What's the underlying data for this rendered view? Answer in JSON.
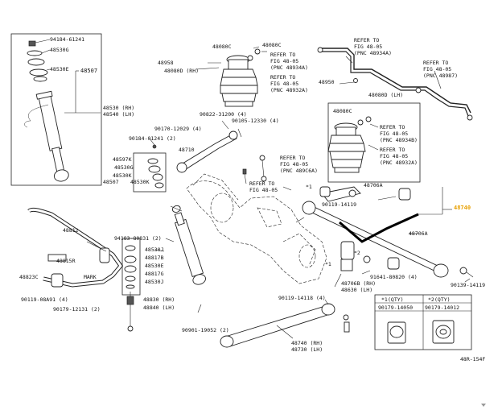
{
  "labels": {
    "l01": "94184-61241",
    "l02": "48530G",
    "l03": "48530E",
    "l04": "48507",
    "l05": "48530 (RH)",
    "l06": "48540 (LH)",
    "l07": "48080C",
    "l08": "48080C",
    "l09": "48958",
    "l10": "48080D (RH)",
    "l11": "REFER TO",
    "l12": "FIG 48-05",
    "l13": "(PNC 48934A)",
    "l14": "REFER TO",
    "l15": "FIG 48-05",
    "l16": "(PNC 48932A)",
    "l17": "REFER TO",
    "l18": "FIG 48-05",
    "l19": "(PNC 48934A)",
    "l20": "REFER TO",
    "l21": "FIG 48-05",
    "l22": "(PNC 48987)",
    "l23": "48950",
    "l24": "48080D (LH)",
    "l25": "48080C",
    "l26": "REFER TO",
    "l27": "FIG 48-05",
    "l28": "(PNC 48934B)",
    "l29": "REFER TO",
    "l30": "FIG 48-05",
    "l31": "(PNC 48932A)",
    "l32": "90822-31200 (4)",
    "l33": "90105-12330 (4)",
    "l34": "90170-12029 (4)",
    "l35": "90184-01241 (2)",
    "l36": "48710",
    "l37": "48597K",
    "l38": "48530G",
    "l39": "48530K",
    "l40": "48507",
    "l41": "48530K",
    "l42": "REFER TO",
    "l43": "FIG 48-05",
    "l44": "(PNC 489C6A)",
    "l45": "REFER TO",
    "l46": "FIG 48-05",
    "l47": "48706A",
    "l48": "90119-14119",
    "l49": "48740",
    "l50": "48706A",
    "l51": "48812",
    "l52": "94183-80831 (2)",
    "l53": "48530J",
    "l54": "48817B",
    "l55": "48530E",
    "l56": "48817G",
    "l57": "48530J",
    "l58": "48815R",
    "l59": "48823C",
    "l60": "MARK",
    "l61": "90119-08A91 (4)",
    "l62": "90179-12131 (2)",
    "l63": "48830 (RH)",
    "l64": "48840 (LH)",
    "l65": "90901-19052 (2)",
    "l66": "90119-14118 (4)",
    "l67": "48706B (RH)",
    "l68": "48630 (LH)",
    "l69": "91641-80820 (4)",
    "l70": "90139-14119",
    "l71": "48740 (RH)",
    "l72": "48730 (LH)",
    "l73": "90179-14050",
    "l74": "90179-14012",
    "l75": "48R-154F",
    "l76": "*1",
    "l77": "*1",
    "l78": "*2",
    "l79": "*1",
    "l80": "*2",
    "l81": "(QTY)",
    "l82": "(QTY)"
  }
}
